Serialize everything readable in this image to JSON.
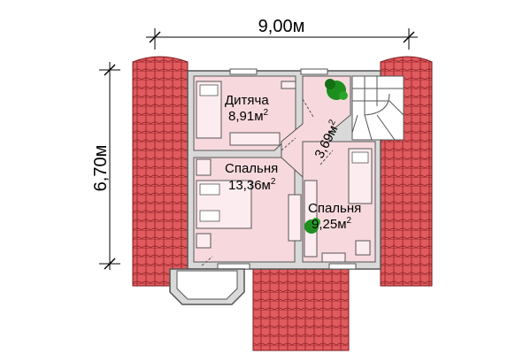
{
  "dimensions": {
    "width_label": "9,00м",
    "height_label": "6,70м"
  },
  "rooms": [
    {
      "name": "Дитяча",
      "area": "8,91м",
      "unit_sup": "2"
    },
    {
      "name": "Спальня",
      "area": "13,36м",
      "unit_sup": "2"
    },
    {
      "name": "Спальня",
      "area": "9,25м",
      "unit_sup": "2"
    },
    {
      "name": "",
      "area": "3,69м",
      "unit_sup": "2"
    }
  ],
  "colors": {
    "roof": "#e05a5e",
    "roof_lines": "#8a1e22",
    "floor": "#f7d9dd",
    "wall": "#d9d9d9",
    "wall_outline": "#555555",
    "furniture": "#fdecef",
    "plant": "#1e8f1e",
    "dim_line": "#000000"
  }
}
